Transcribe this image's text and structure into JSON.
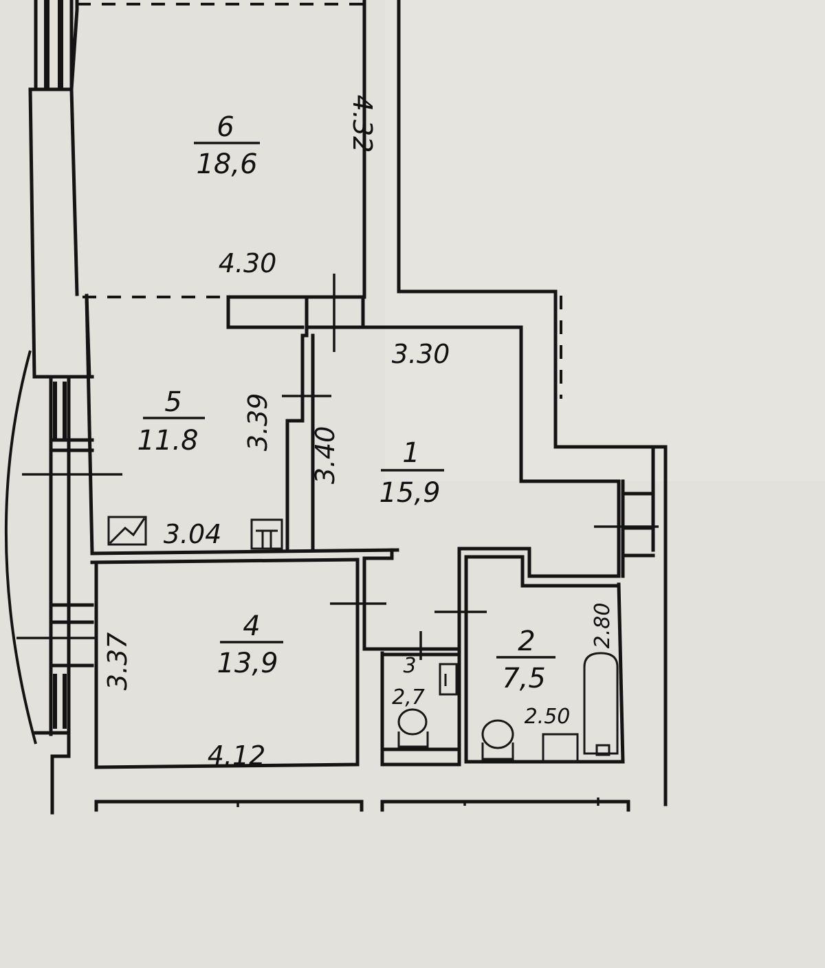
{
  "floor_plan": {
    "paper_color": "#e3e1dc",
    "ink_color": "#141414",
    "rooms": [
      {
        "number": "6",
        "area": "18,6"
      },
      {
        "number": "5",
        "area": "11.8"
      },
      {
        "number": "1",
        "area": "15,9"
      },
      {
        "number": "4",
        "area": "13,9"
      },
      {
        "number": "3",
        "area": "2,7"
      },
      {
        "number": "2",
        "area": "7,5"
      }
    ],
    "dimensions": [
      {
        "value": "4.32"
      },
      {
        "value": "4.30"
      },
      {
        "value": "3.30"
      },
      {
        "value": "3.39"
      },
      {
        "value": "3.40"
      },
      {
        "value": "3.04"
      },
      {
        "value": "3.37"
      },
      {
        "value": "4.12"
      },
      {
        "value": "2.80"
      },
      {
        "value": "2.50"
      }
    ]
  }
}
